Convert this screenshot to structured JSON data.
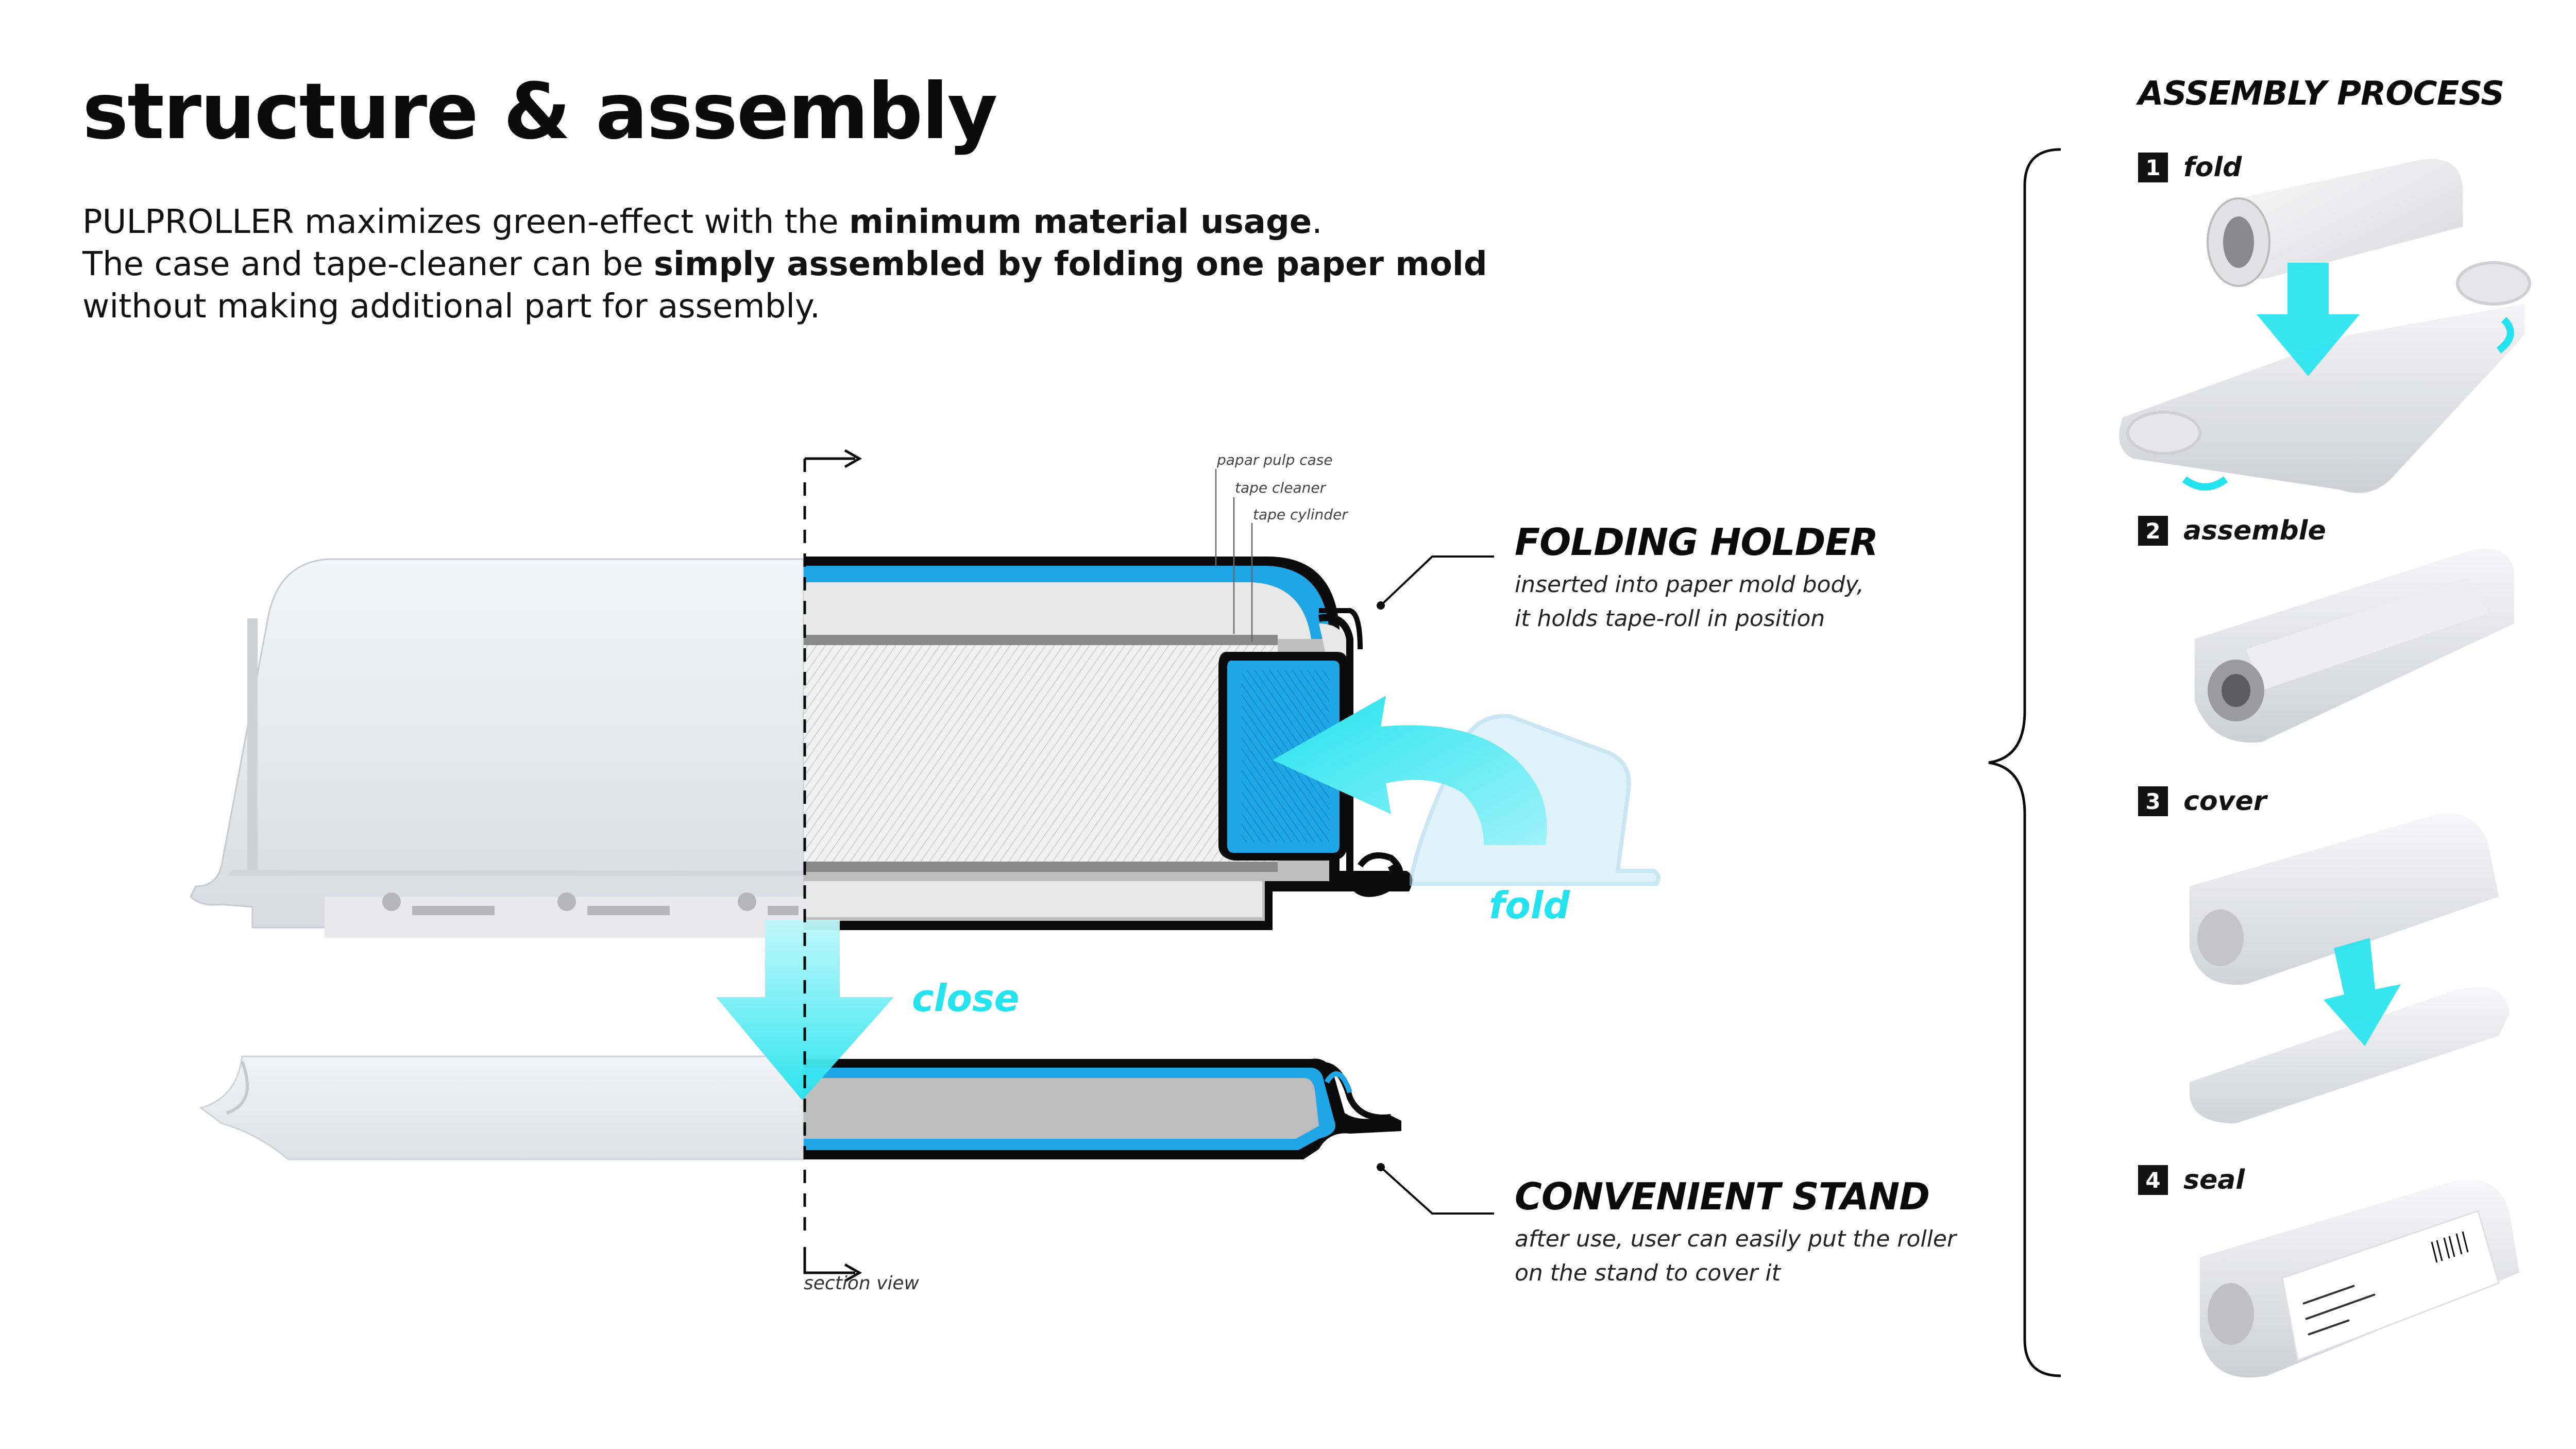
{
  "heading": "structure & assembly",
  "intro": {
    "line1_a": "PULPROLLER maximizes green-effect with the ",
    "line1_b": "minimum material usage",
    "line1_c": ".",
    "line2_a": "The case and tape-cleaner can be ",
    "line2_b": "simply assembled by folding one paper mold",
    "line3": "without making additional part for assembly."
  },
  "section": {
    "layer_labels": [
      "papar pulp case",
      "tape cleaner",
      "tape cylinder"
    ],
    "view_label": "section view",
    "actions": {
      "fold": "fold",
      "close": "close"
    }
  },
  "callouts": {
    "folding_holder": {
      "title": "FOLDING HOLDER",
      "desc": [
        "inserted into paper mold body,",
        "it holds tape-roll in position"
      ]
    },
    "convenient_stand": {
      "title": "CONVENIENT STAND",
      "desc": [
        "after use, user can easily put the roller",
        "on the stand to cover it"
      ]
    }
  },
  "assembly": {
    "title": "ASSEMBLY PROCESS",
    "steps": [
      {
        "num": "1",
        "label": "fold"
      },
      {
        "num": "2",
        "label": "assemble"
      },
      {
        "num": "3",
        "label": "cover"
      },
      {
        "num": "4",
        "label": "seal"
      }
    ]
  },
  "colors": {
    "accent": "#22e3ee",
    "section_blue": "#1ea6e6",
    "outline": "#0a0a0a",
    "pulp": "#e6e7ec"
  }
}
